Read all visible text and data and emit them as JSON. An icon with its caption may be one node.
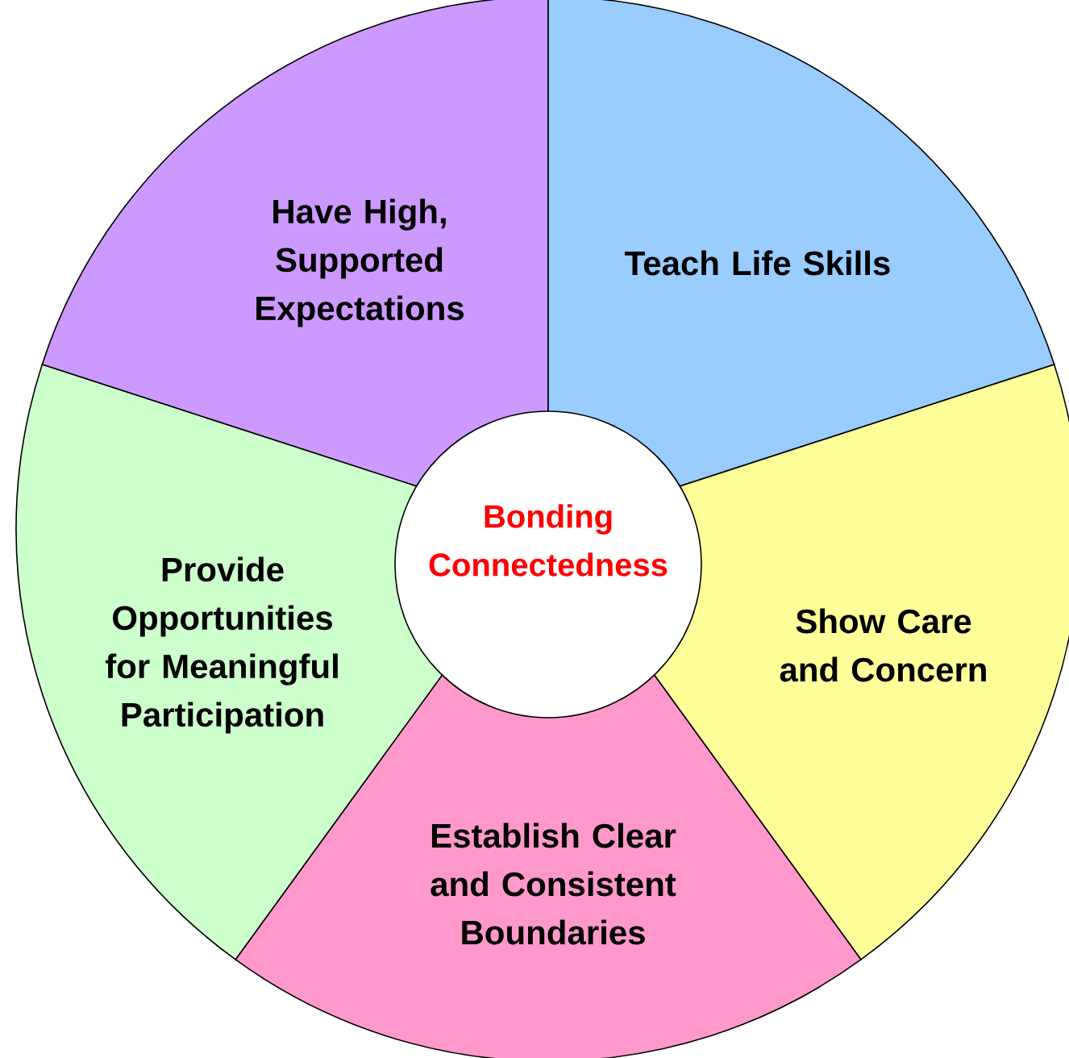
{
  "diagram": {
    "nodes": [
      {
        "text": [
          "Have High, Supported Expectations"
        ]
      },
      {
        "text": [
          "Teach Life Skills"
        ]
      },
      {
        "text": [
          "Show Care and Concern"
        ]
      },
      {
        "text": [
          "Establish Clear and Consistent Boundaries"
        ]
      },
      {
        "text": [
          "Provide Opportunities for Meaningful Participation"
        ]
      },
      {
        "text": [
          "Bonding Connectedness"
        ]
      }
    ]
  }
}
